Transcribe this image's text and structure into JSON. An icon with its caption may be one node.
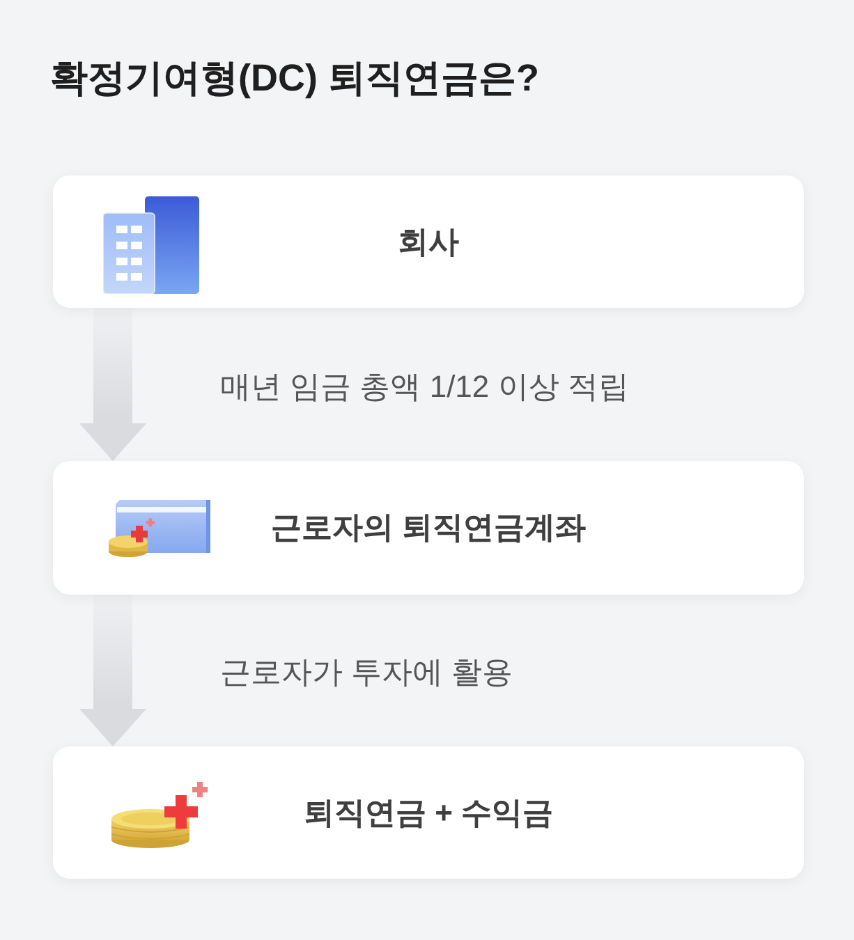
{
  "diagram": {
    "title": "확정기여형(DC) 퇴직연금은?",
    "nodes": [
      {
        "text": [
          "회사"
        ]
      },
      {
        "text": [
          "근로자의 퇴직연금계좌"
        ]
      },
      {
        "text": [
          "퇴직연금 + 수익금"
        ]
      }
    ],
    "edges": [
      {
        "from": 0,
        "to": 1,
        "arrow": "to",
        "label": "매년 임금 총액 1/12 이상 적립"
      },
      {
        "from": 1,
        "to": 2,
        "arrow": "to",
        "label": "근로자가 투자에 활용"
      }
    ]
  }
}
